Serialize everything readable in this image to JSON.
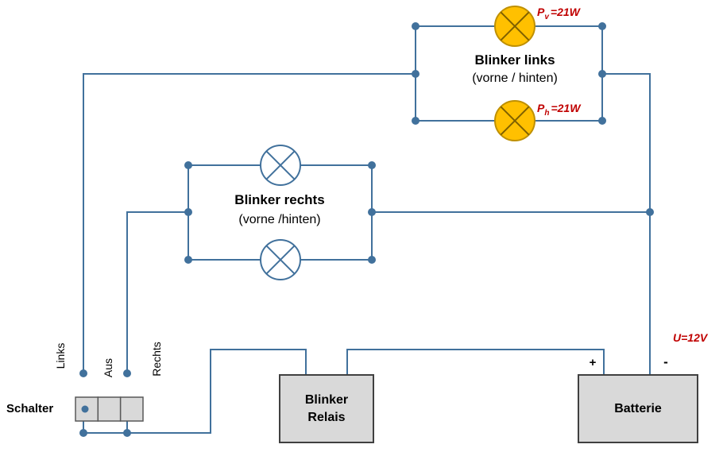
{
  "diagram": {
    "blinker_links": {
      "title": "Blinker links",
      "subtitle": "(vorne / hinten)",
      "lamp_front_power": {
        "sym": "P",
        "sub": "v",
        "val": "=21W"
      },
      "lamp_rear_power": {
        "sym": "P",
        "sub": "h",
        "val": "=21W"
      }
    },
    "blinker_rechts": {
      "title": "Blinker rechts",
      "subtitle": "(vorne /hinten)"
    },
    "schalter": {
      "label": "Schalter",
      "positions": [
        "Links",
        "Aus",
        "Rechts"
      ]
    },
    "relais": {
      "line1": "Blinker",
      "line2": "Relais"
    },
    "batterie": {
      "label": "Batterie",
      "plus": "+",
      "minus": "-",
      "voltage": "U=12V"
    },
    "colors": {
      "wire": "#41719C",
      "lamp_links_fill": "#FFC000",
      "lamp_links_stroke": "#BF9000",
      "lamp_links_cross": "#7F6000",
      "box_fill": "#D9D9D9",
      "box_stroke": "#404040",
      "red_text": "#C00000"
    }
  }
}
